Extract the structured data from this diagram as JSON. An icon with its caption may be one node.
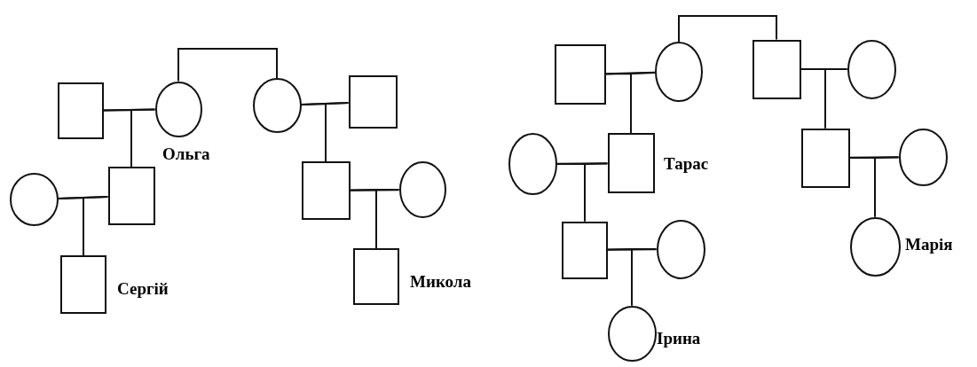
{
  "diagram": {
    "nodes": [
      {
        "text": [],
        "shape": "box"
      },
      {
        "text": [],
        "shape": "circle",
        "beside": [
          "Ольга"
        ]
      },
      {
        "text": [],
        "shape": "circle"
      },
      {
        "text": [],
        "shape": "box"
      },
      {
        "text": [],
        "shape": "circle"
      },
      {
        "text": [],
        "shape": "box"
      },
      {
        "text": [],
        "shape": "box"
      },
      {
        "text": [],
        "shape": "circle"
      },
      {
        "text": [],
        "shape": "box",
        "beside": [
          "Сергій"
        ]
      },
      {
        "text": [],
        "shape": "box",
        "beside": [
          "Микола"
        ]
      },
      {
        "text": [],
        "shape": "box"
      },
      {
        "text": [],
        "shape": "circle"
      },
      {
        "text": [],
        "shape": "box"
      },
      {
        "text": [],
        "shape": "circle"
      },
      {
        "text": [],
        "shape": "circle"
      },
      {
        "text": [],
        "shape": "box",
        "beside": [
          "Тарас"
        ]
      },
      {
        "text": [],
        "shape": "box"
      },
      {
        "text": [],
        "shape": "circle"
      },
      {
        "text": [],
        "shape": "box"
      },
      {
        "text": [],
        "shape": "circle"
      },
      {
        "text": [],
        "shape": "circle",
        "beside": [
          "Марія"
        ]
      },
      {
        "text": [],
        "shape": "circle",
        "beside": [
          "Ірина"
        ]
      }
    ],
    "edges": [
      {
        "from": 1,
        "to": 2,
        "arrow": "none"
      },
      {
        "from": 0,
        "to": 1,
        "arrow": "none"
      },
      {
        "from": 0,
        "to": 5,
        "arrow": "none"
      },
      {
        "from": 1,
        "to": 5,
        "arrow": "none"
      },
      {
        "from": 2,
        "to": 3,
        "arrow": "none"
      },
      {
        "from": 2,
        "to": 6,
        "arrow": "none"
      },
      {
        "from": 3,
        "to": 6,
        "arrow": "none"
      },
      {
        "from": 4,
        "to": 5,
        "arrow": "none"
      },
      {
        "from": 4,
        "to": 8,
        "arrow": "none"
      },
      {
        "from": 5,
        "to": 8,
        "arrow": "none"
      },
      {
        "from": 6,
        "to": 7,
        "arrow": "none"
      },
      {
        "from": 6,
        "to": 9,
        "arrow": "none"
      },
      {
        "from": 7,
        "to": 9,
        "arrow": "none"
      },
      {
        "from": 11,
        "to": 12,
        "arrow": "none"
      },
      {
        "from": 10,
        "to": 11,
        "arrow": "none"
      },
      {
        "from": 10,
        "to": 15,
        "arrow": "none"
      },
      {
        "from": 11,
        "to": 15,
        "arrow": "none"
      },
      {
        "from": 12,
        "to": 13,
        "arrow": "none"
      },
      {
        "from": 12,
        "to": 16,
        "arrow": "none"
      },
      {
        "from": 13,
        "to": 16,
        "arrow": "none"
      },
      {
        "from": 14,
        "to": 15,
        "arrow": "none"
      },
      {
        "from": 14,
        "to": 18,
        "arrow": "none"
      },
      {
        "from": 15,
        "to": 18,
        "arrow": "none"
      },
      {
        "from": 16,
        "to": 17,
        "arrow": "none"
      },
      {
        "from": 16,
        "to": 20,
        "arrow": "none"
      },
      {
        "from": 17,
        "to": 20,
        "arrow": "none"
      },
      {
        "from": 18,
        "to": 19,
        "arrow": "none"
      },
      {
        "from": 18,
        "to": 21,
        "arrow": "none"
      },
      {
        "from": 19,
        "to": 21,
        "arrow": "none"
      }
    ]
  }
}
